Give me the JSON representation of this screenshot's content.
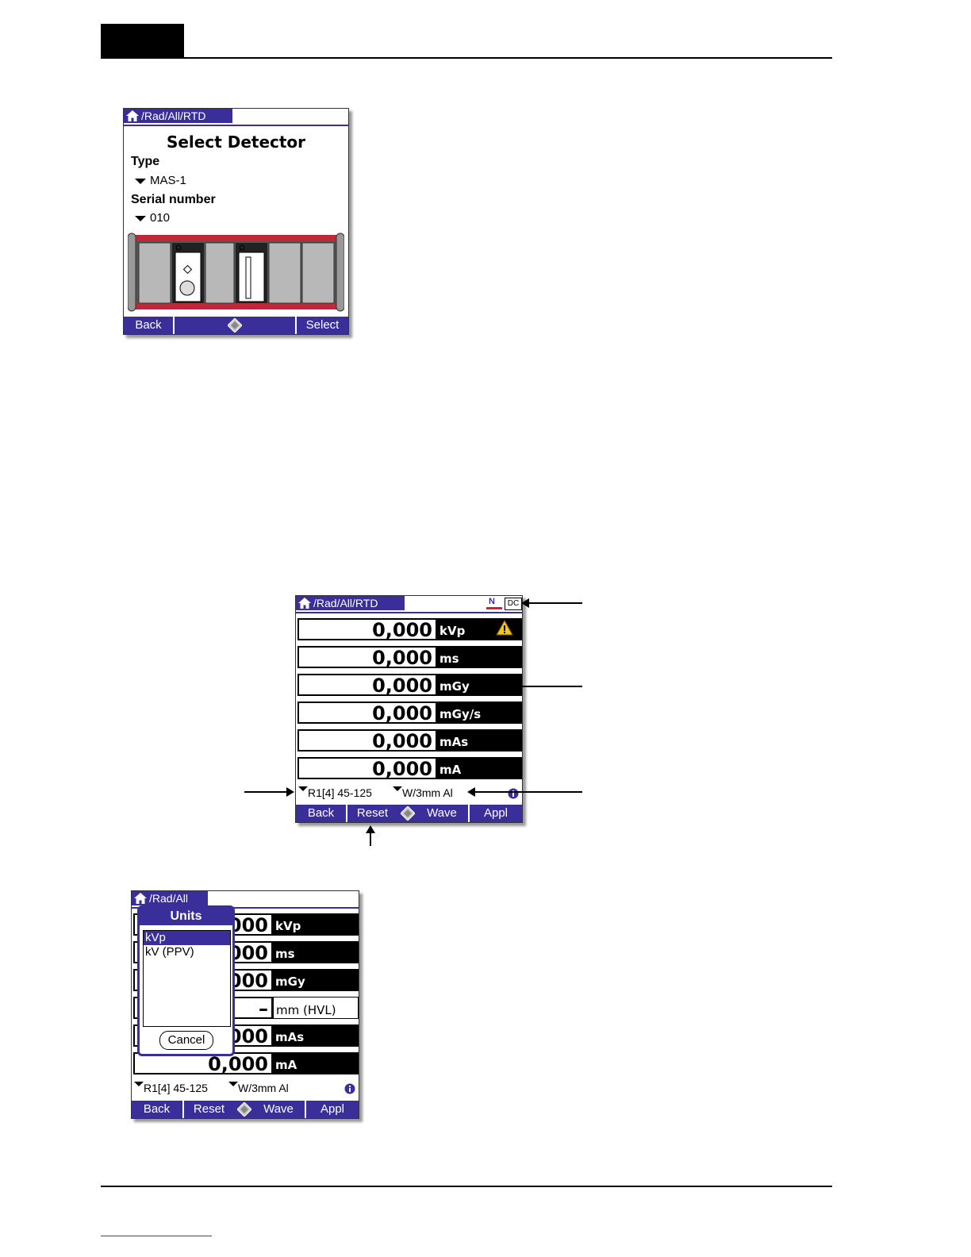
{
  "screen1": {
    "breadcrumb": "/Rad/All/RTD",
    "heading": "Select Detector",
    "type_label": "Type",
    "type_value": "MAS-1",
    "serial_label": "Serial number",
    "serial_value": "010",
    "softkeys": {
      "back": "Back",
      "select": "Select"
    }
  },
  "screen2": {
    "breadcrumb": "/Rad/All/RTD",
    "status_icons": [
      "N",
      "DC"
    ],
    "rows": [
      {
        "value": "0,000",
        "unit": "kVp"
      },
      {
        "value": "0,000",
        "unit": "ms"
      },
      {
        "value": "0,000",
        "unit": "mGy"
      },
      {
        "value": "0,000",
        "unit": "mGy/s"
      },
      {
        "value": "0,000",
        "unit": "mAs"
      },
      {
        "value": "0,000",
        "unit": "mA"
      }
    ],
    "range_selector": "R1[4] 45-125",
    "filter_selector": "W/3mm Al",
    "softkeys": {
      "back": "Back",
      "reset": "Reset",
      "wave": "Wave",
      "appl": "Appl"
    }
  },
  "screen3": {
    "breadcrumb": "/Rad/All",
    "rows": [
      {
        "value": "000",
        "unit": "kVp"
      },
      {
        "value": "000",
        "unit": "ms"
      },
      {
        "value": "000",
        "unit": "mGy"
      },
      {
        "value": "–",
        "unit": "mm (HVL)"
      },
      {
        "value": "000",
        "unit": "mAs"
      },
      {
        "value": "0,000",
        "unit": "mA"
      }
    ],
    "range_selector": "R1[4] 45-125",
    "filter_selector": "W/3mm Al",
    "popup": {
      "title": "Units",
      "options": [
        "kVp",
        "kV (PPV)"
      ],
      "selected": "kVp",
      "cancel": "Cancel"
    },
    "softkeys": {
      "back": "Back",
      "reset": "Reset",
      "wave": "Wave",
      "appl": "Appl"
    }
  },
  "colors": {
    "palm_blue": "#3a2e9a",
    "rail_red": "#c0283a"
  }
}
